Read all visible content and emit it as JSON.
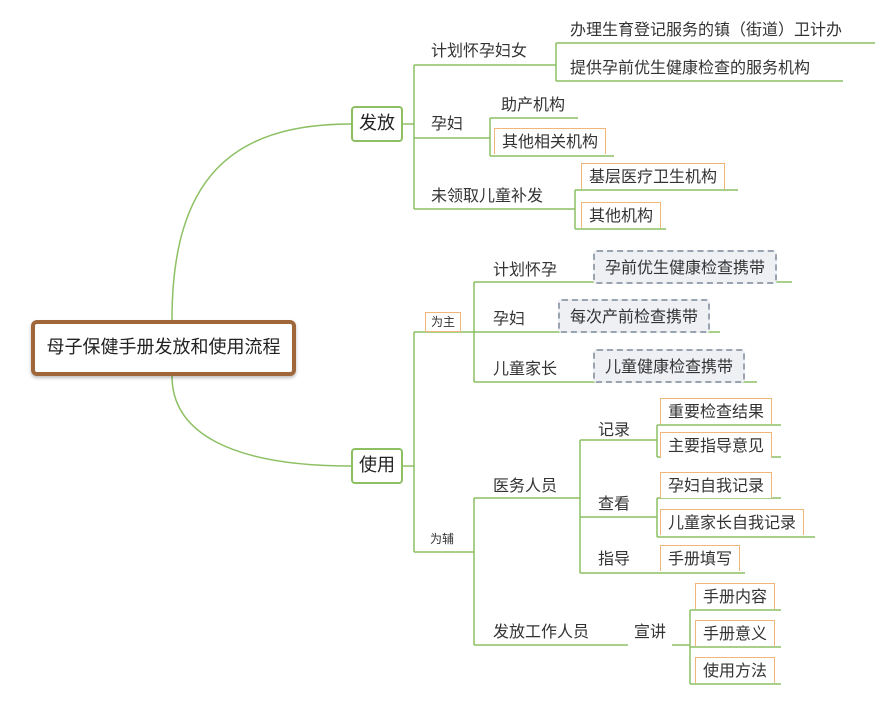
{
  "root": {
    "label": "母子保健手册发放和使用流程"
  },
  "distribute": {
    "label": "发放",
    "plan": {
      "label": "计划怀孕妇女",
      "items": [
        "办理生育登记服务的镇（街道）卫计办",
        "提供孕前优生健康检查的服务机构"
      ]
    },
    "pregnant": {
      "label": "孕妇",
      "items": [
        "助产机构",
        "其他相关机构"
      ]
    },
    "unclaimed": {
      "label": "未领取儿童补发",
      "items": [
        "基层医疗卫生机构",
        "其他机构"
      ]
    }
  },
  "use": {
    "label": "使用",
    "primary": {
      "label": "为主",
      "plan": {
        "label": "计划怀孕",
        "item": "孕前优生健康检查携带"
      },
      "pregnant": {
        "label": "孕妇",
        "item": "每次产前检查携带"
      },
      "parent": {
        "label": "儿童家长",
        "item": "儿童健康检查携带"
      }
    },
    "auxiliary": {
      "label": "为辅",
      "medical": {
        "label": "医务人员",
        "record": {
          "label": "记录",
          "items": [
            "重要检查结果",
            "主要指导意见"
          ]
        },
        "view": {
          "label": "查看",
          "items": [
            "孕妇自我记录",
            "儿童家长自我记录"
          ]
        },
        "guide": {
          "label": "指导",
          "items": [
            "手册填写"
          ]
        }
      },
      "staff": {
        "label": "发放工作人员",
        "lecture": {
          "label": "宣讲",
          "items": [
            "手册内容",
            "手册意义",
            "使用方法"
          ]
        }
      }
    }
  }
}
